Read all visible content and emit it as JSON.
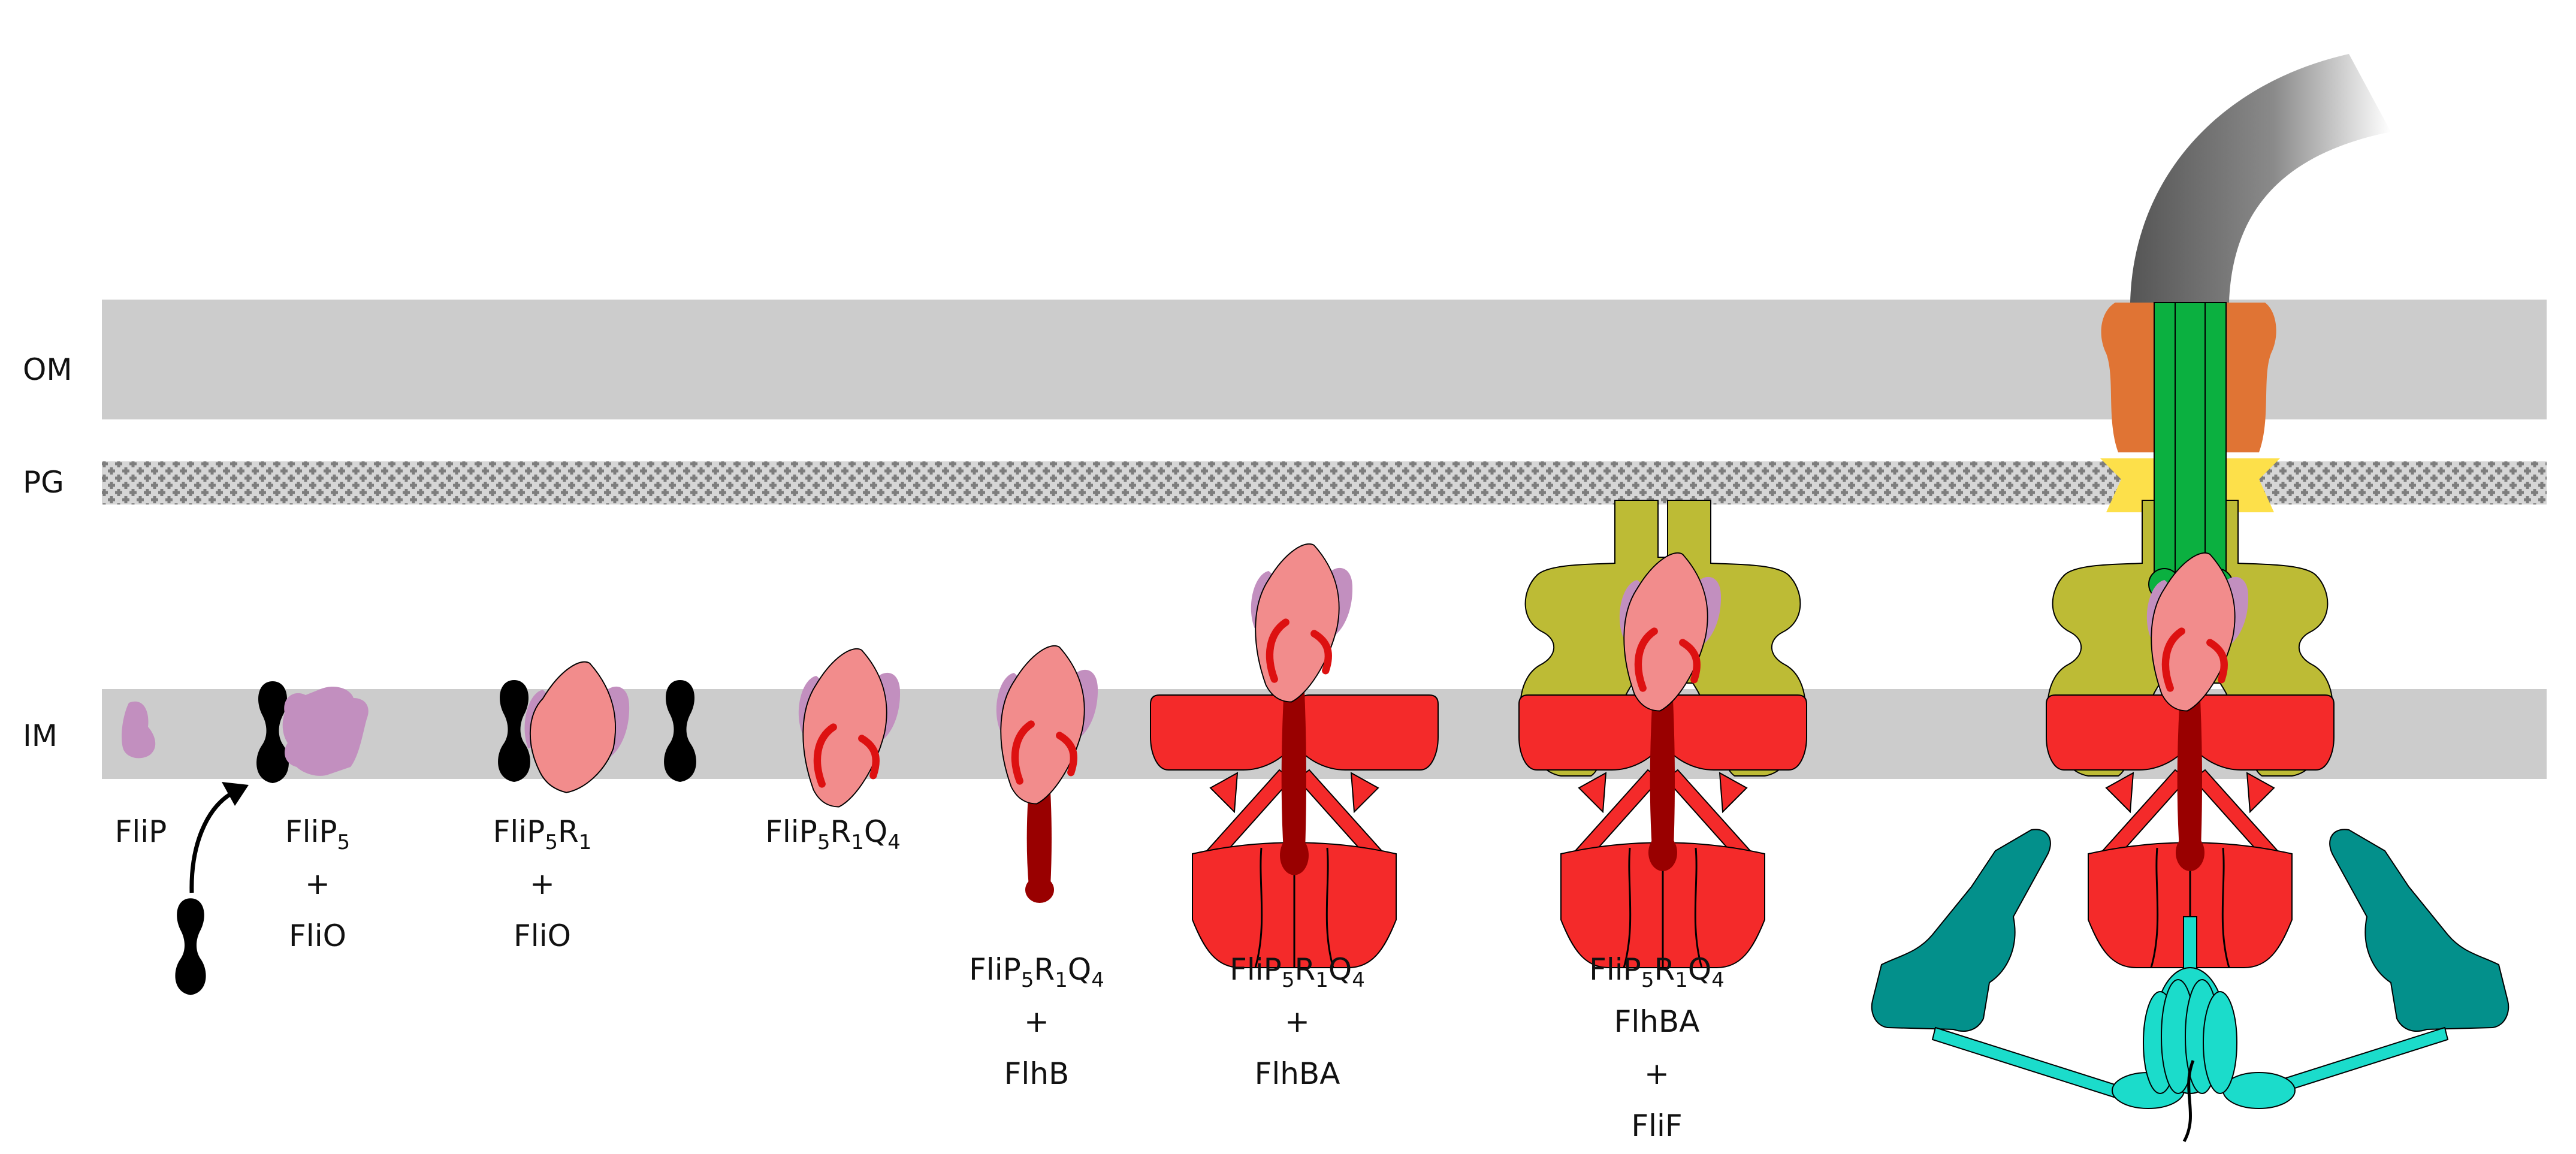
{
  "layers": [
    {
      "name": "OM",
      "color": "#cccccc"
    },
    {
      "name": "PG",
      "color": "#9a9a9a"
    },
    {
      "name": "IM",
      "color": "#cccccc"
    }
  ],
  "stages": [
    {
      "lines": [
        [
          {
            "t": "FliP"
          }
        ]
      ]
    },
    {
      "lines": [
        [
          {
            "t": "FliP"
          },
          {
            "t": "5",
            "sub": true
          }
        ],
        [
          {
            "t": "+"
          }
        ],
        [
          {
            "t": "FliO"
          }
        ]
      ]
    },
    {
      "lines": [
        [
          {
            "t": "FliP"
          },
          {
            "t": "5",
            "sub": true
          },
          {
            "t": "R"
          },
          {
            "t": "1",
            "sub": true
          }
        ],
        [
          {
            "t": "+"
          }
        ],
        [
          {
            "t": "FliO"
          }
        ]
      ]
    },
    {
      "lines": [
        [
          {
            "t": "FliP"
          },
          {
            "t": "5",
            "sub": true
          },
          {
            "t": "R"
          },
          {
            "t": "1",
            "sub": true
          },
          {
            "t": "Q"
          },
          {
            "t": "4",
            "sub": true
          }
        ]
      ]
    },
    {
      "lines": [
        [
          {
            "t": "FliP"
          },
          {
            "t": "5",
            "sub": true
          },
          {
            "t": "R"
          },
          {
            "t": "1",
            "sub": true
          },
          {
            "t": "Q"
          },
          {
            "t": "4",
            "sub": true
          }
        ],
        [
          {
            "t": "+"
          }
        ],
        [
          {
            "t": "FlhB"
          }
        ]
      ]
    },
    {
      "lines": [
        [
          {
            "t": "FliP"
          },
          {
            "t": "5",
            "sub": true
          },
          {
            "t": "R"
          },
          {
            "t": "1",
            "sub": true
          },
          {
            "t": "Q"
          },
          {
            "t": "4",
            "sub": true
          }
        ],
        [
          {
            "t": "+"
          }
        ],
        [
          {
            "t": "FlhBA"
          }
        ]
      ]
    },
    {
      "lines": [
        [
          {
            "t": "FliP"
          },
          {
            "t": "5",
            "sub": true
          },
          {
            "t": "R"
          },
          {
            "t": "1",
            "sub": true
          },
          {
            "t": "Q"
          },
          {
            "t": "4",
            "sub": true
          }
        ],
        [
          {
            "t": "FlhBA"
          }
        ],
        [
          {
            "t": "+"
          }
        ],
        [
          {
            "t": "FliF"
          }
        ]
      ]
    }
  ],
  "colors": {
    "fliP": "#c28fbf",
    "fliR": "#f28c8c",
    "fliQ": "#dd1111",
    "flhB": "#990000",
    "flhA": "#f42a2a",
    "fliF": "#bdbb35",
    "fliO": "#000000",
    "rod": "#0bb040",
    "lRing": "#e07434",
    "pRing": "#fde04a",
    "cRing": "#03908b",
    "atpase": "#1bdccb",
    "hook": "#555555"
  }
}
